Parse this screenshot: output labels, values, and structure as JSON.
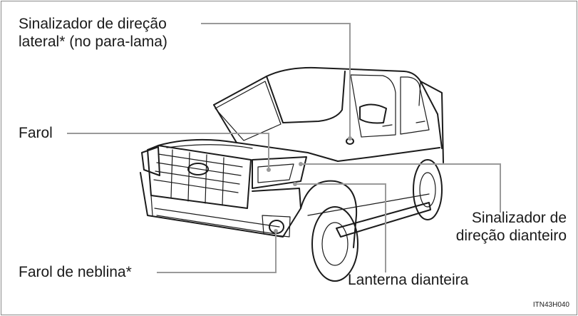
{
  "labels": {
    "side_turn_signal": [
      "Sinalizador de direção",
      "lateral* (no para-lama)"
    ],
    "headlight": "Farol",
    "fog_light": "Farol de neblina*",
    "front_turn_signal": [
      "Sinalizador de",
      "direção dianteiro"
    ],
    "front_position_light": "Lanterna dianteira"
  },
  "figure_code": "ITN43H040",
  "colors": {
    "leader": "#9a9a9a",
    "text": "#1a1a1a",
    "border": "#8a8a8a",
    "outline": "#1b1b1b"
  },
  "icons": {
    "vehicle": "pickup-truck-front-three-quarter-illustration"
  }
}
